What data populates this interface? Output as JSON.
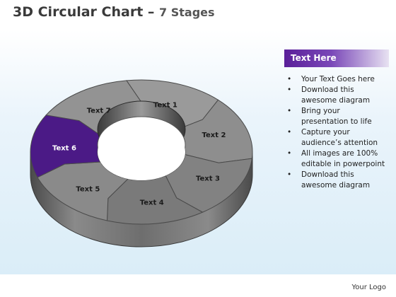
{
  "title": {
    "main": "3D Circular Chart –",
    "sub": "7 Stages"
  },
  "diagram": {
    "type": "circular-process",
    "stages": [
      {
        "label": "Text 1",
        "highlighted": false
      },
      {
        "label": "Text 2",
        "highlighted": false
      },
      {
        "label": "Text 3",
        "highlighted": false
      },
      {
        "label": "Text 4",
        "highlighted": false
      },
      {
        "label": "Text 5",
        "highlighted": false
      },
      {
        "label": "Text 6",
        "highlighted": true
      },
      {
        "label": "Text 7",
        "highlighted": false
      }
    ],
    "colors": {
      "highlight": "#4b1a86",
      "segment": "#8c8c8c",
      "side": "#5a5a5a"
    }
  },
  "panel": {
    "header": "Text Here",
    "bullets": [
      "Your Text Goes here",
      "Download this awesome diagram",
      "Bring your presentation to life",
      "Capture your audience’s attention",
      "All images are 100% editable in powerpoint",
      "Download this awesome diagram"
    ],
    "accent_color": "#5a1f99"
  },
  "footer": {
    "logo": "Your Logo"
  }
}
